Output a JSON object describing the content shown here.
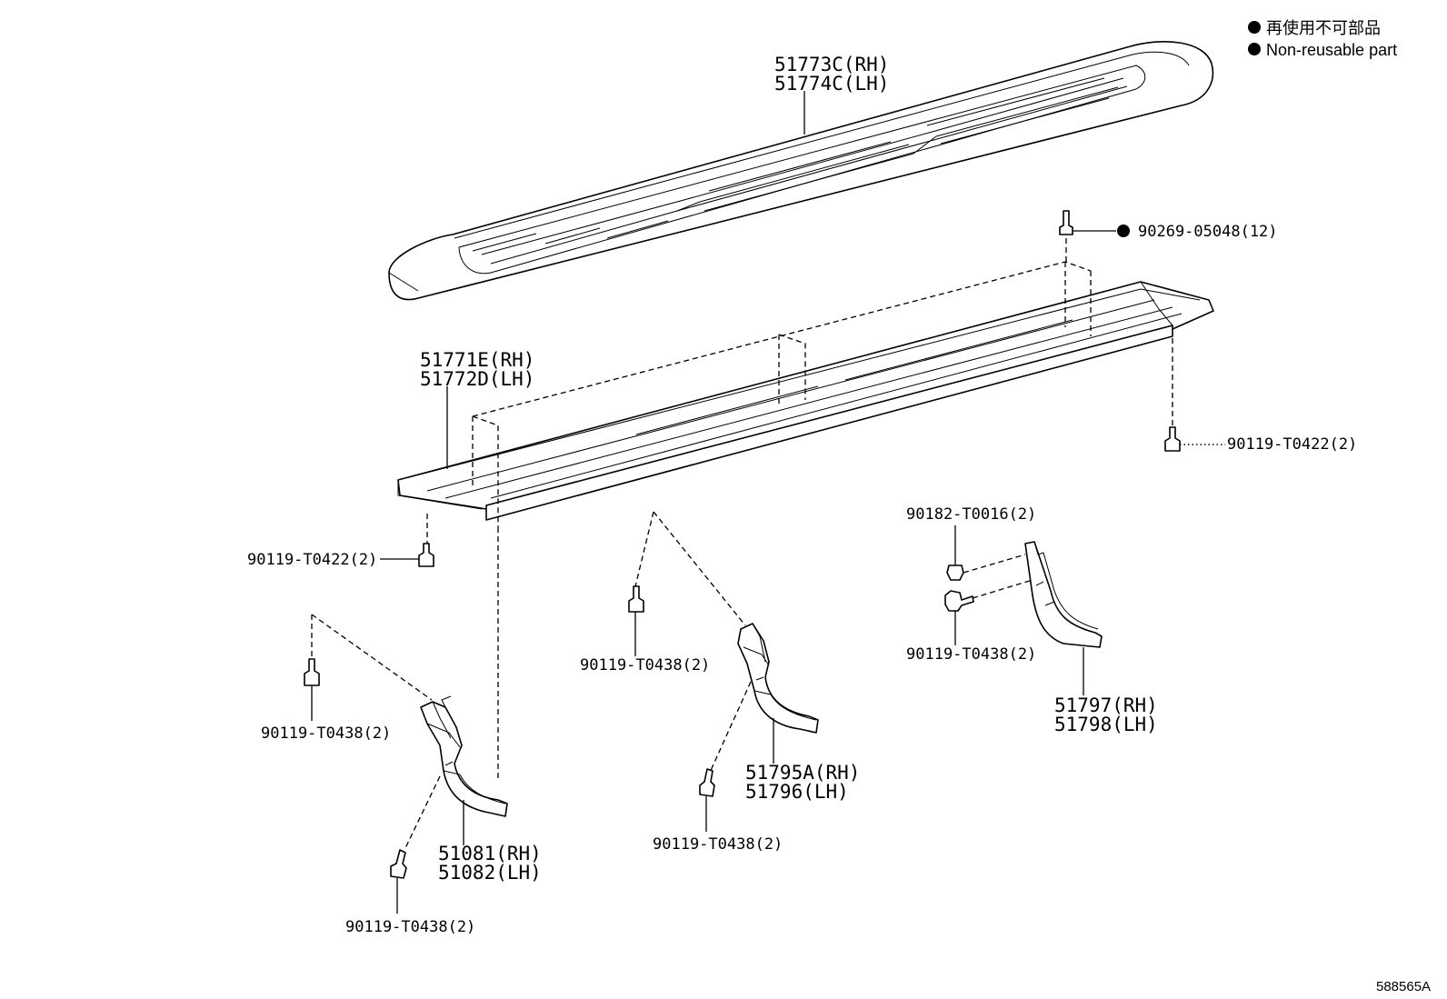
{
  "legend": {
    "line1": "再使用不可部品",
    "line2": "Non-reusable part"
  },
  "labels": {
    "step_cover_rh": "51773C(RH)",
    "step_cover_lh": "51774C(LH)",
    "step_frame_rh": "51771E(RH)",
    "step_frame_lh": "51772D(LH)",
    "clip": "90269-05048(12)",
    "bolt_right_end": "90119-T0422(2)",
    "bolt_left_end": "90119-T0422(2)",
    "nut": "90182-T0016(2)",
    "bolt_rear_bracket": "90119-T0438(2)",
    "bracket_rear_rh": "51797(RH)",
    "bracket_rear_lh": "51798(LH)",
    "bolt_center_top": "90119-T0438(2)",
    "bracket_center_rh": "51795A(RH)",
    "bracket_center_lh": "51796(LH)",
    "bolt_center_bottom": "90119-T0438(2)",
    "bolt_front_top": "90119-T0438(2)",
    "bracket_front_rh": "51081(RH)",
    "bracket_front_lh": "51082(LH)",
    "bolt_front_bottom": "90119-T0438(2)",
    "illustration_code": "588565A"
  },
  "colors": {
    "line": "#000000",
    "background": "#ffffff"
  }
}
